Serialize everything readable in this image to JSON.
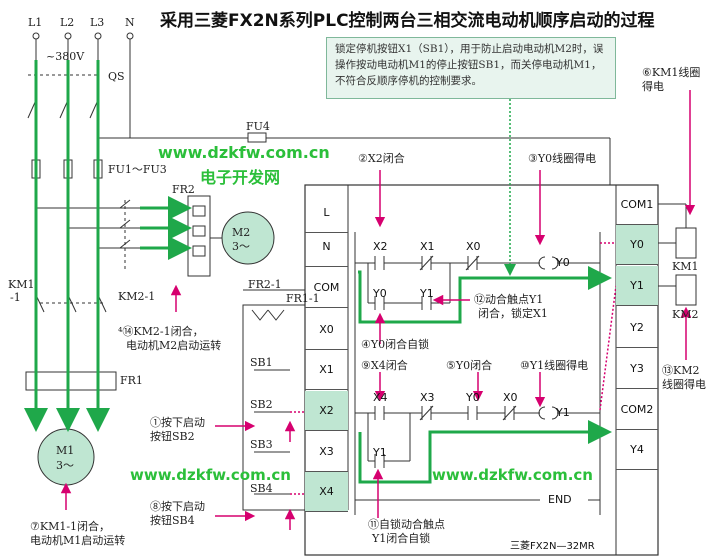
{
  "title": "采用三菱FX2N系列PLC控制两台三相交流电动机顺序启动的过程",
  "note": "锁定停机按钮X1（SB1），用于防止启动电动机M2时，误操作按动电动机M1的停止按钮SB1，而关停电动机M1，不符合反顺序停机的控制要求。",
  "watermarks": {
    "top": "www.dzkfw.com.cn",
    "brand": "电子开发网",
    "bottom_left": "www.dzkfw.com.cn",
    "bottom_right": "www.dzkfw.com.cn"
  },
  "power": {
    "phases": [
      "L1",
      "L2",
      "L3",
      "N"
    ],
    "voltage": "~380V",
    "qs": "QS",
    "fu4": "FU4",
    "fuses": "FU1～FU3",
    "fr2": "FR2",
    "km1": "KM1",
    "km1_sub": "-1",
    "km2_1": "KM2-1",
    "fr1": "FR1",
    "m1": "M1",
    "m1_sub": "3～",
    "m2": "M2",
    "m2_sub": "3～",
    "fr2_1": "FR2-1",
    "fr1_1": "FR1-1",
    "sb1": "SB1",
    "sb2": "SB2",
    "sb3": "SB3",
    "sb4": "SB4"
  },
  "plc": {
    "inputs": [
      "L",
      "N",
      "COM",
      "X0",
      "X1",
      "X2",
      "X3",
      "X4"
    ],
    "outputs": [
      "COM1",
      "Y0",
      "Y1",
      "Y2",
      "Y3",
      "COM2",
      "Y4"
    ],
    "model": "三菱FX2N—32MR",
    "end": "END",
    "ladder": {
      "r1": [
        "X2",
        "X1",
        "X0",
        "Y0"
      ],
      "r2": [
        "Y0",
        "Y1"
      ],
      "r3": [
        "X4",
        "X3",
        "Y0",
        "X0",
        "Y1"
      ],
      "r4": [
        "Y1"
      ]
    }
  },
  "coils": {
    "km1": "KM1",
    "km2": "KM2"
  },
  "annotations": {
    "a2": "②X2闭合",
    "a3": "③Y0线圈得电",
    "a6_1": "⑥KM1线圈",
    "a6_2": "得电",
    "a12_1": "⑫动合触点Y1",
    "a12_2": "闭合，锁定X1",
    "a4": "④Y0闭合自锁",
    "a9": "⑨X4闭合",
    "a5": "⑤Y0闭合",
    "a10": "⑩Y1线圈得电",
    "a13_1": "⑬KM2",
    "a13_2": "线圈得电",
    "a414_1": "⁴⑭KM2-1闭合，",
    "a414_2": "电动机M2启动运转",
    "a1_1": "①按下启动",
    "a1_2": "按钮SB2",
    "a8_1": "⑧按下启动",
    "a8_2": "按钮SB4",
    "a7_1": "⑦KM1-1闭合，",
    "a7_2": "电动机M1启动运转",
    "a11_1": "⑪自锁动合触点",
    "a11_2": "Y1闭合自锁"
  },
  "colors": {
    "green": "#1fa84a",
    "red": "#d6006f",
    "teal": "#2c8a7a",
    "box": "#bfe6d2"
  }
}
